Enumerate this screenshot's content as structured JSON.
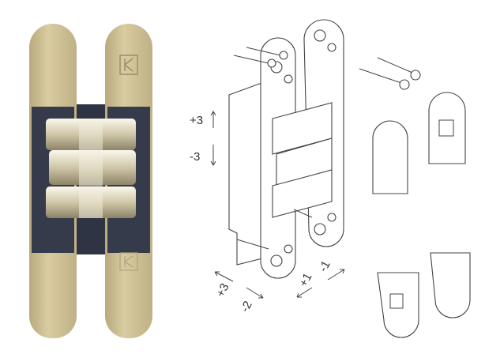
{
  "photo": {
    "plate_color": "#cdbf94",
    "chrome_color": "#e9e4d0",
    "body_color": "#2e3443"
  },
  "diagram": {
    "adjustments": {
      "vertical_up": "+3",
      "vertical_down": "-3",
      "depth_plus": "+3",
      "depth_minus": "-2",
      "lateral_plus": "+1",
      "lateral_minus": "-1"
    }
  }
}
